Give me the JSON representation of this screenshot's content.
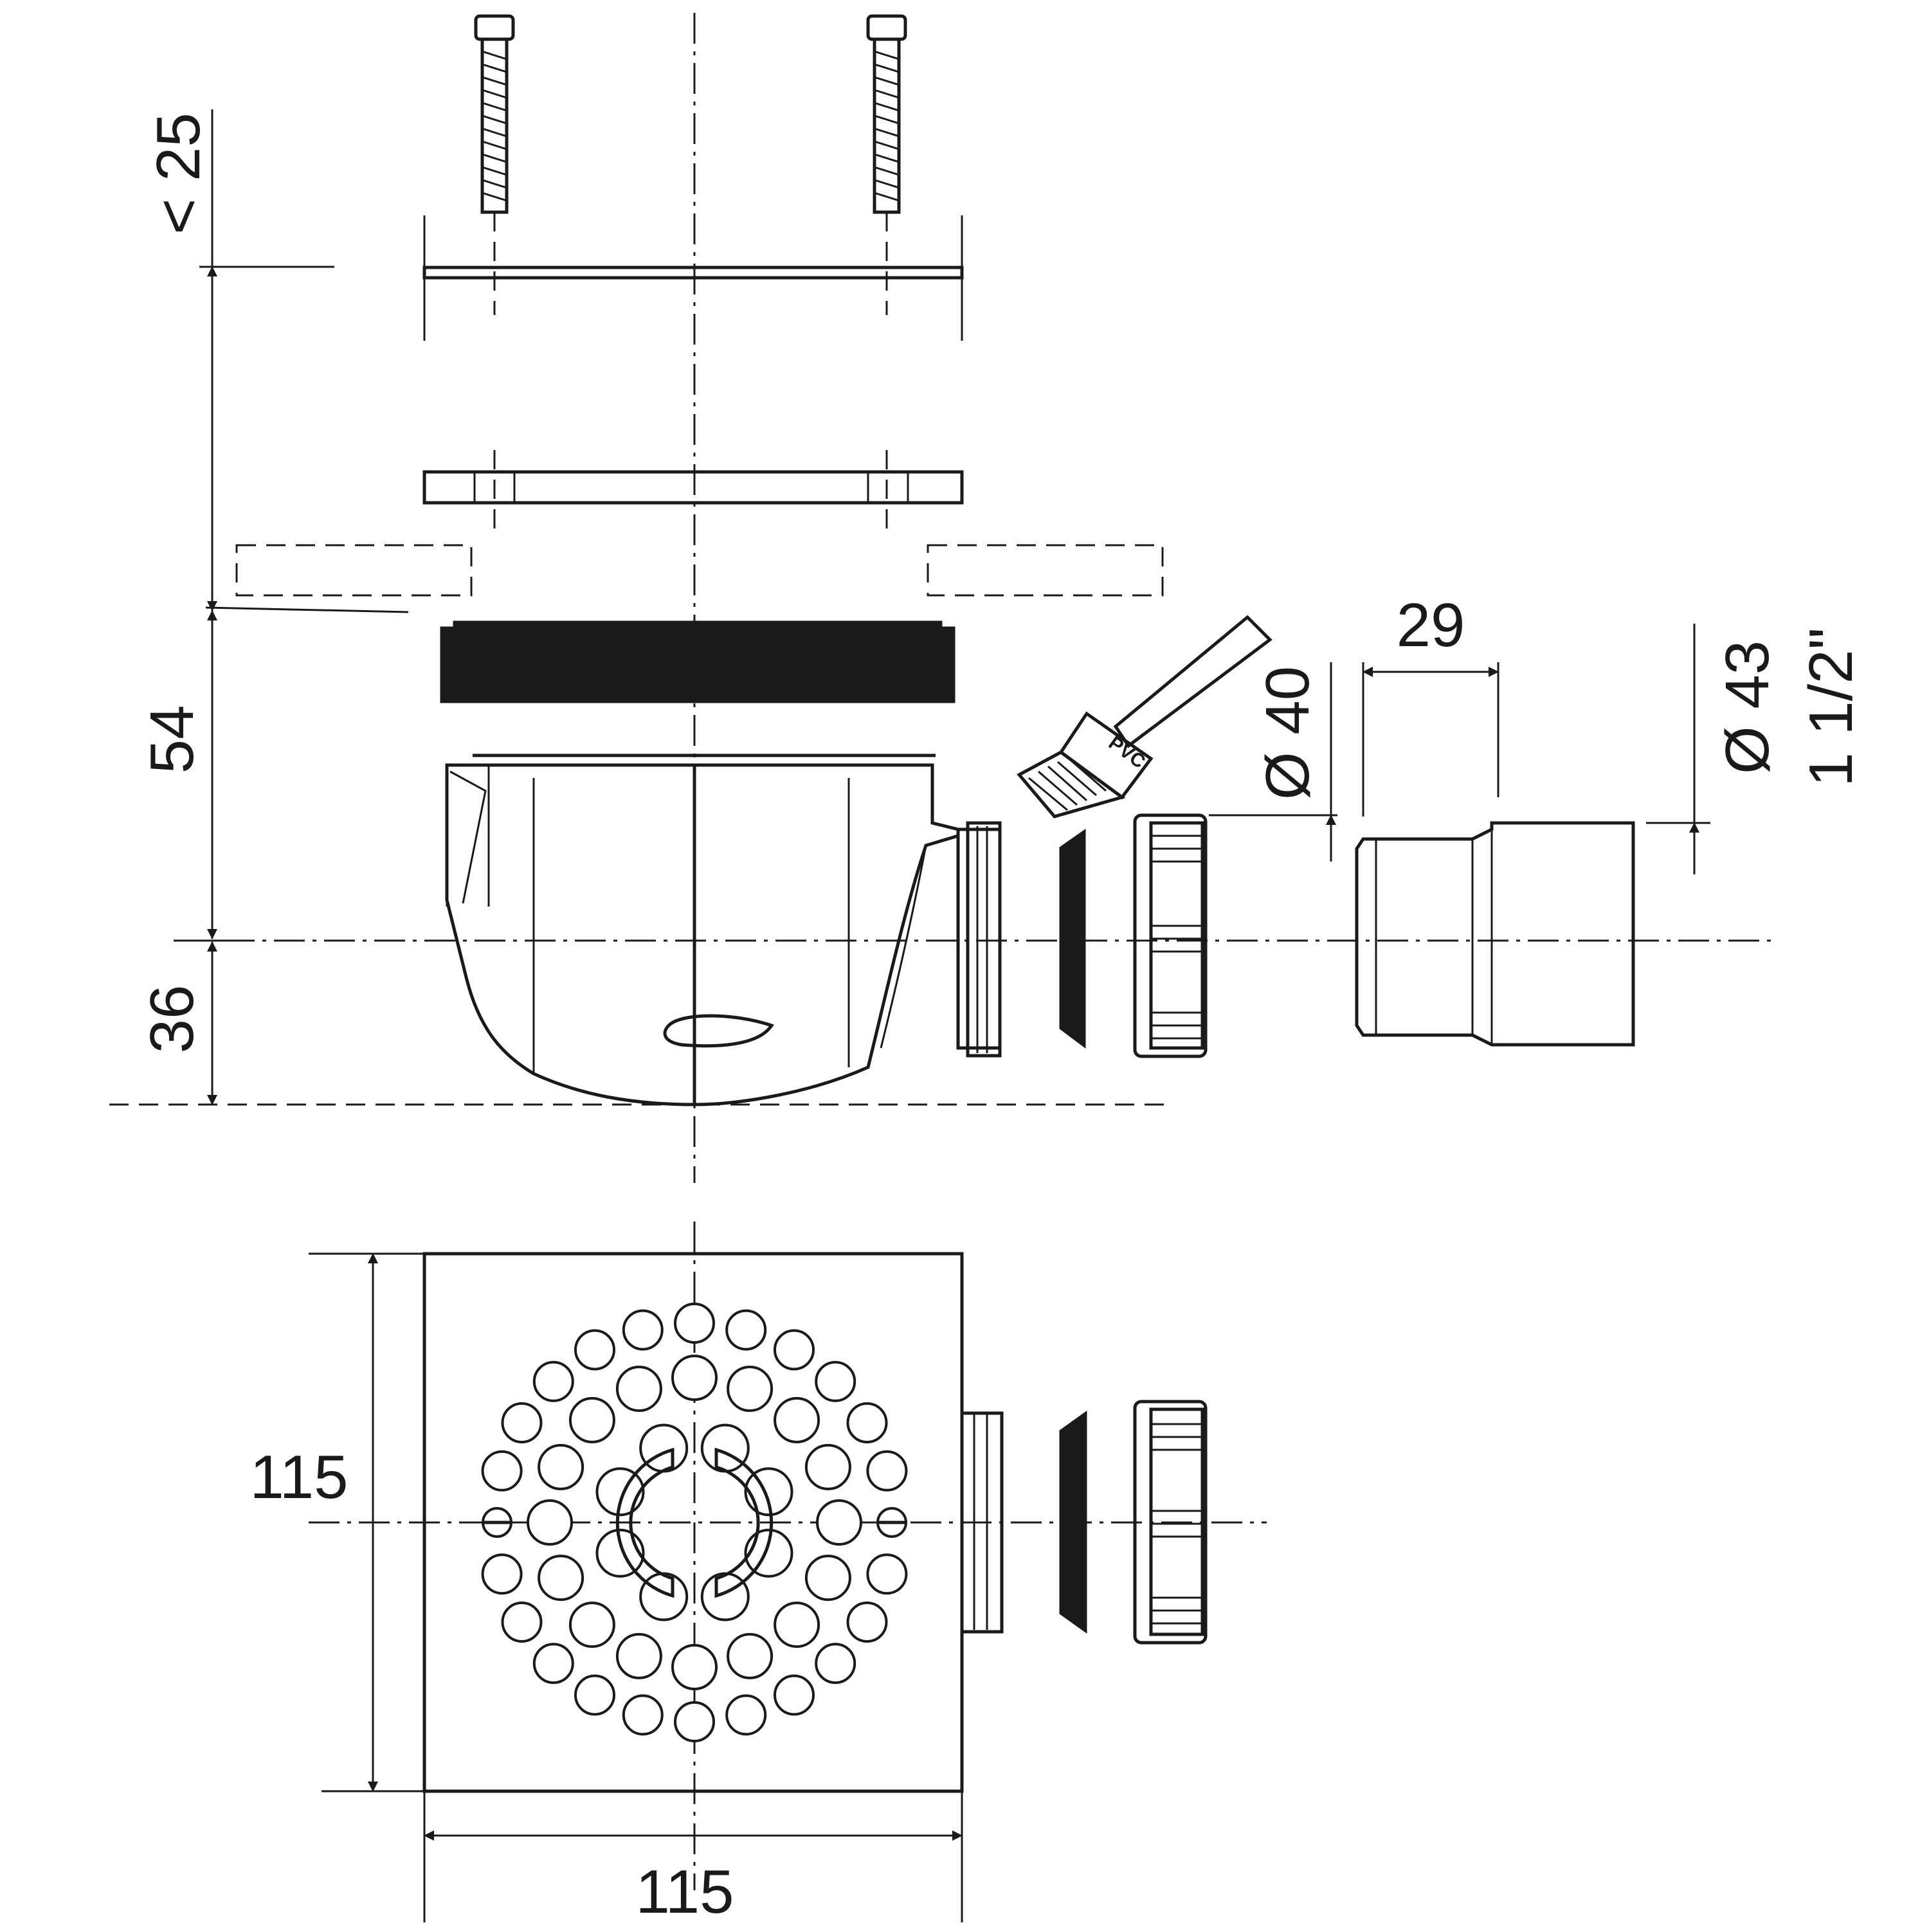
{
  "dimensions": {
    "screw_height": "< 25",
    "body_height_upper": "54",
    "body_height_lower": "36",
    "outlet_diameter": "Ø 40",
    "adapter_length": "29",
    "adapter_diameter": "Ø 43",
    "adapter_thread": "1 1/2\"",
    "plate_height": "115",
    "plate_width": "115"
  },
  "brush_label": "PVC"
}
